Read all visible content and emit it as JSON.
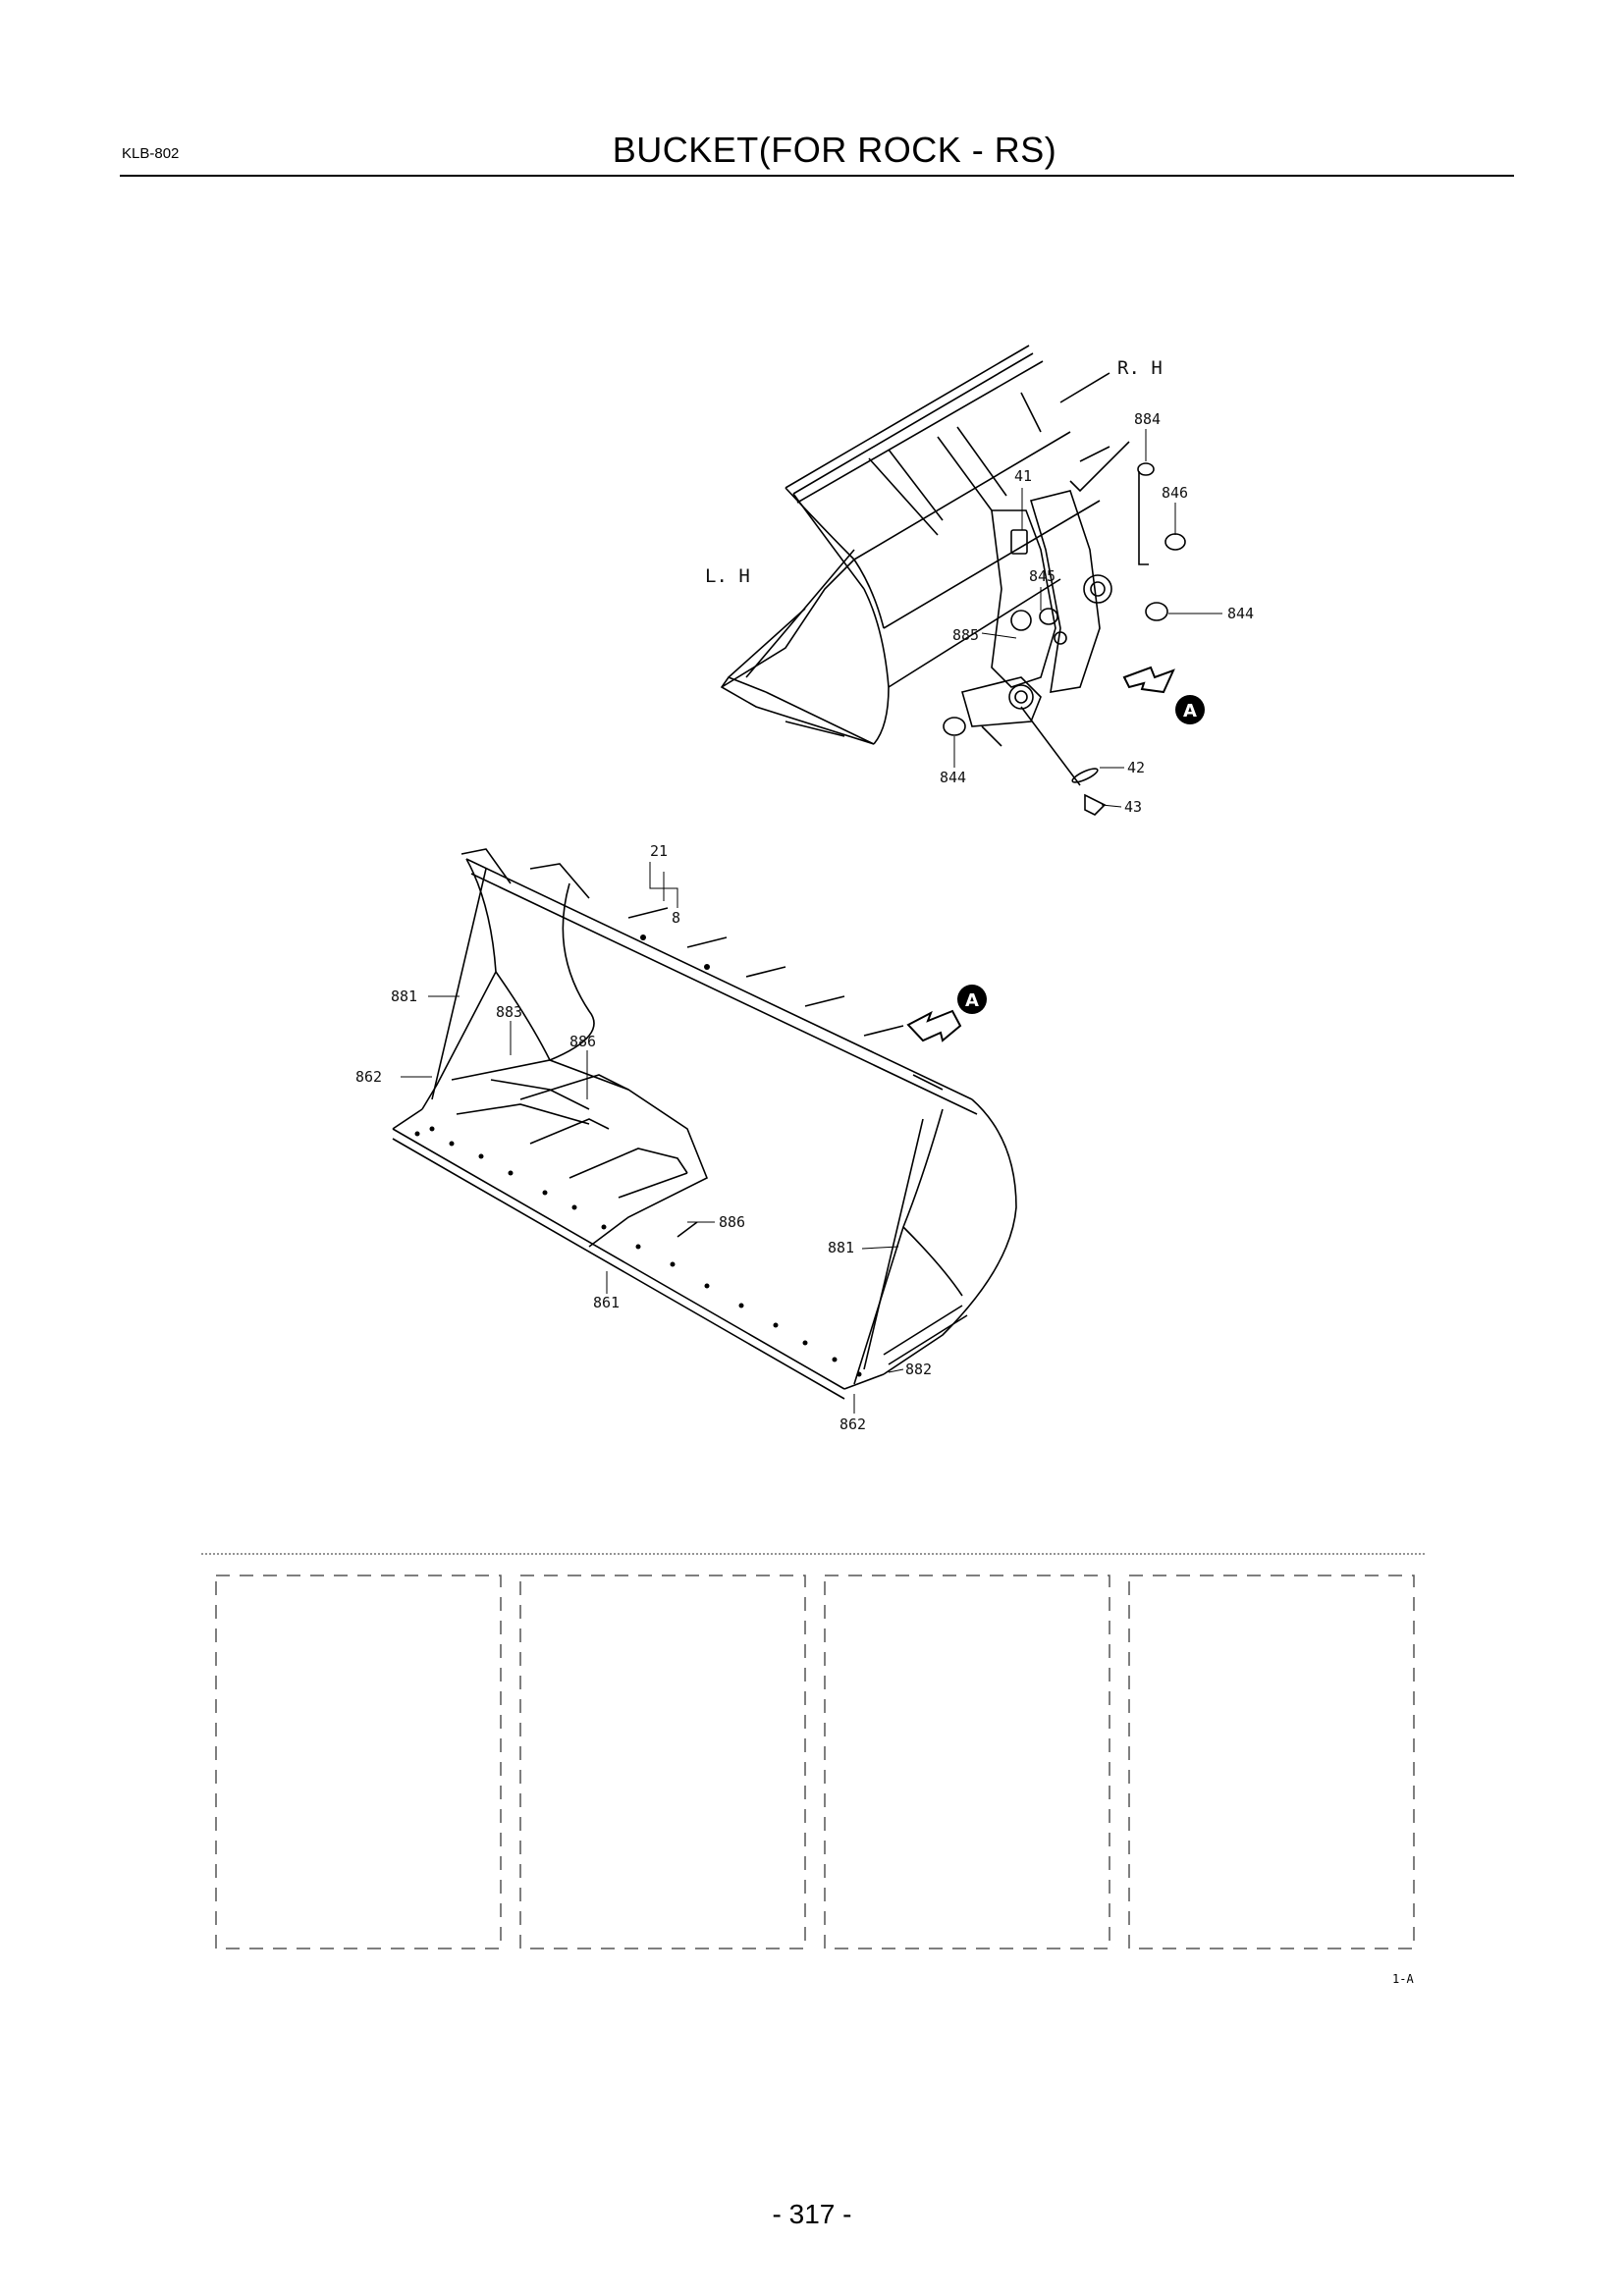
{
  "header": {
    "doc_code": "KLB-802",
    "title": "BUCKET(FOR ROCK - RS)"
  },
  "top_view": {
    "side_right": "R. H",
    "side_left": "L. H",
    "callouts": [
      "884",
      "41",
      "846",
      "845",
      "844",
      "885",
      "42",
      "43",
      "844"
    ],
    "view_marker": "A"
  },
  "bottom_view": {
    "callouts": [
      "21",
      "8",
      "881",
      "883",
      "886",
      "862",
      "886",
      "881",
      "861",
      "882",
      "862"
    ],
    "view_marker": "A"
  },
  "reference_boxes": [
    "",
    "",
    "",
    ""
  ],
  "sheet_code": "1-A",
  "footer": {
    "page_number": "- 317 -"
  }
}
